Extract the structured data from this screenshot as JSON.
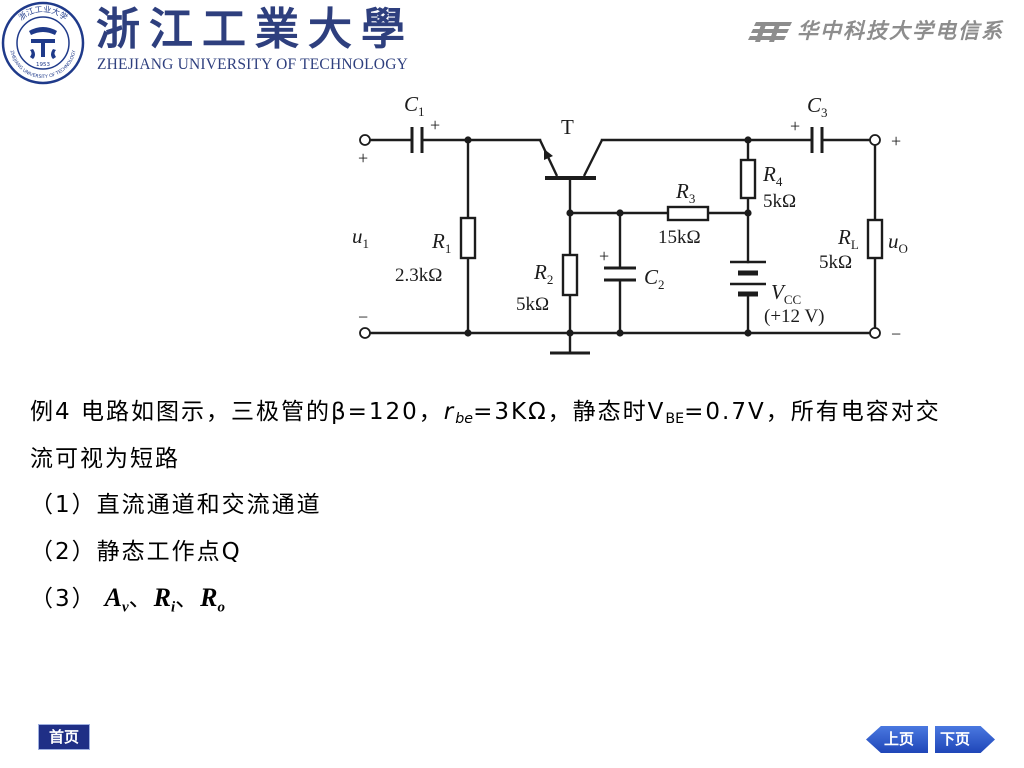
{
  "header": {
    "school_name_cn": "浙江工業大學",
    "school_name_en": "ZHEJIANG UNIVERSITY OF TECHNOLOGY",
    "right_title": "华中科技大学电信系",
    "logo": {
      "text_top": "浙江工业大学",
      "text_bottom": "ZHEJIANG UNIVERSITY OF TECHNOLOGY",
      "year": "1953"
    }
  },
  "circuit": {
    "c1": {
      "symbol": "C",
      "subscript": "1",
      "polarity": "+"
    },
    "c2": {
      "symbol": "C",
      "subscript": "2",
      "polarity": "+"
    },
    "c3": {
      "symbol": "C",
      "subscript": "3",
      "polarity": "+"
    },
    "transistor": "T",
    "r1": {
      "symbol": "R",
      "subscript": "1",
      "value": "2.3kΩ"
    },
    "r2": {
      "symbol": "R",
      "subscript": "2",
      "value": "5kΩ"
    },
    "r3": {
      "symbol": "R",
      "subscript": "3",
      "value": "15kΩ"
    },
    "r4": {
      "symbol": "R",
      "subscript": "4",
      "value": "5kΩ"
    },
    "rl": {
      "symbol": "R",
      "subscript": "L",
      "value": "5kΩ"
    },
    "vcc": {
      "symbol": "V",
      "subscript": "CC",
      "value": "(+12 V)"
    },
    "input": {
      "symbol": "u",
      "subscript": "1",
      "plus": "+",
      "minus": "−"
    },
    "output": {
      "symbol": "u",
      "subscript": "O",
      "plus": "+",
      "minus": "−"
    }
  },
  "problem": {
    "line1": {
      "part_a": "例4 电路如图示，三极管的β=120，",
      "r_symbol": "r",
      "r_subscript": "be",
      "part_b": "=3KΩ，静态时V",
      "v_subscript": "BE",
      "part_c": "=0.7V，所有电容对交"
    },
    "line2": "流可视为短路",
    "q1": "（1）直流通道和交流通道",
    "q2": "（2）静态工作点Q",
    "q3": {
      "prefix": "（3）",
      "separator": "、",
      "items": [
        {
          "symbol": "A",
          "subscript": "v"
        },
        {
          "symbol": "R",
          "subscript": "i"
        },
        {
          "symbol": "R",
          "subscript": "o"
        }
      ]
    }
  },
  "nav": {
    "home": "首页",
    "prev": "上页",
    "next": "下页"
  },
  "colors": {
    "school": "#2e3f7e",
    "right_title": "#8d8d8d",
    "circuit_ink": "#1c1c1c",
    "nav_home": "#1f2f86",
    "nav_arrow": "#2f57c9"
  }
}
